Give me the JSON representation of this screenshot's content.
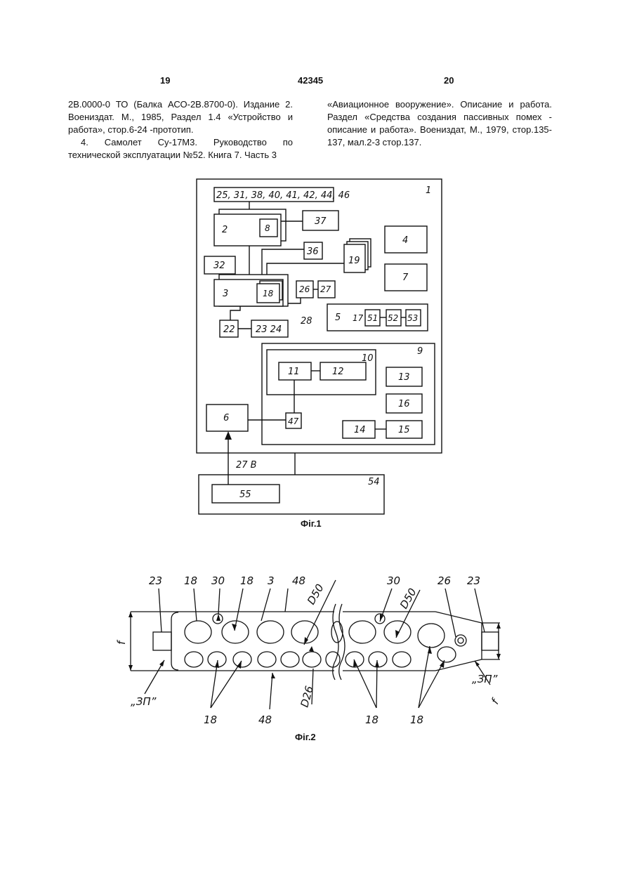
{
  "header": {
    "page_left": "19",
    "patent_number": "42345",
    "page_right": "20"
  },
  "left_column": [
    "2В.0000-0 ТО (Балка АСО-2В.8700-0). Издание 2. Воениздат. М., 1985, Раздел 1.4 «Устройство и работа», стор.6-24 -прототип.",
    "4. Самолет Су-17М3. Руководство по технической эксплуатации №52. Книга 7. Часть 3"
  ],
  "right_column": [
    "«Авиационное вооружение». Описание и работа. Раздел «Средства создания пассивных помех - описание и работа». Воениздат, М., 1979, стор.135-137, мал.2-3 стор.137."
  ],
  "fig1": {
    "caption": "Фіг.1",
    "labels": {
      "top_bar": "25, 31, 38, 40, 41, 42, 44, 46",
      "b1": "1",
      "b2": "2",
      "b8": "8",
      "b37": "37",
      "b36": "36",
      "b19": "19",
      "b4": "4",
      "b7": "7",
      "b32": "32",
      "b3": "3",
      "b18": "18",
      "b26": "26",
      "b27": "27",
      "b28": "28",
      "b22": "22",
      "b23_24": "23 24",
      "b5": "5",
      "b17": "17",
      "b51": "51",
      "b52": "52",
      "b53": "53",
      "b9": "9",
      "b10": "10",
      "b11": "11",
      "b12": "12",
      "b13": "13",
      "b16": "16",
      "b14": "14",
      "b15": "15",
      "b6": "6",
      "b47": "47",
      "b27v": "27 В",
      "b54": "54",
      "b55": "55"
    }
  },
  "fig2": {
    "caption": "Фіг.2",
    "labels": {
      "l23a": "23",
      "l18a": "18",
      "l30a": "30",
      "l18b": "18",
      "l3": "3",
      "l48a": "48",
      "d50a": "D50",
      "l30b": "30",
      "d50b": "D50",
      "l26": "26",
      "l23b": "23",
      "f_left": "f",
      "zp_left": "„ЗП”",
      "l18c": "18",
      "l48b": "48",
      "d26": "D26",
      "l18d": "18",
      "l18e": "18",
      "zp_right": "„ЗП”",
      "f_right": "f"
    }
  }
}
